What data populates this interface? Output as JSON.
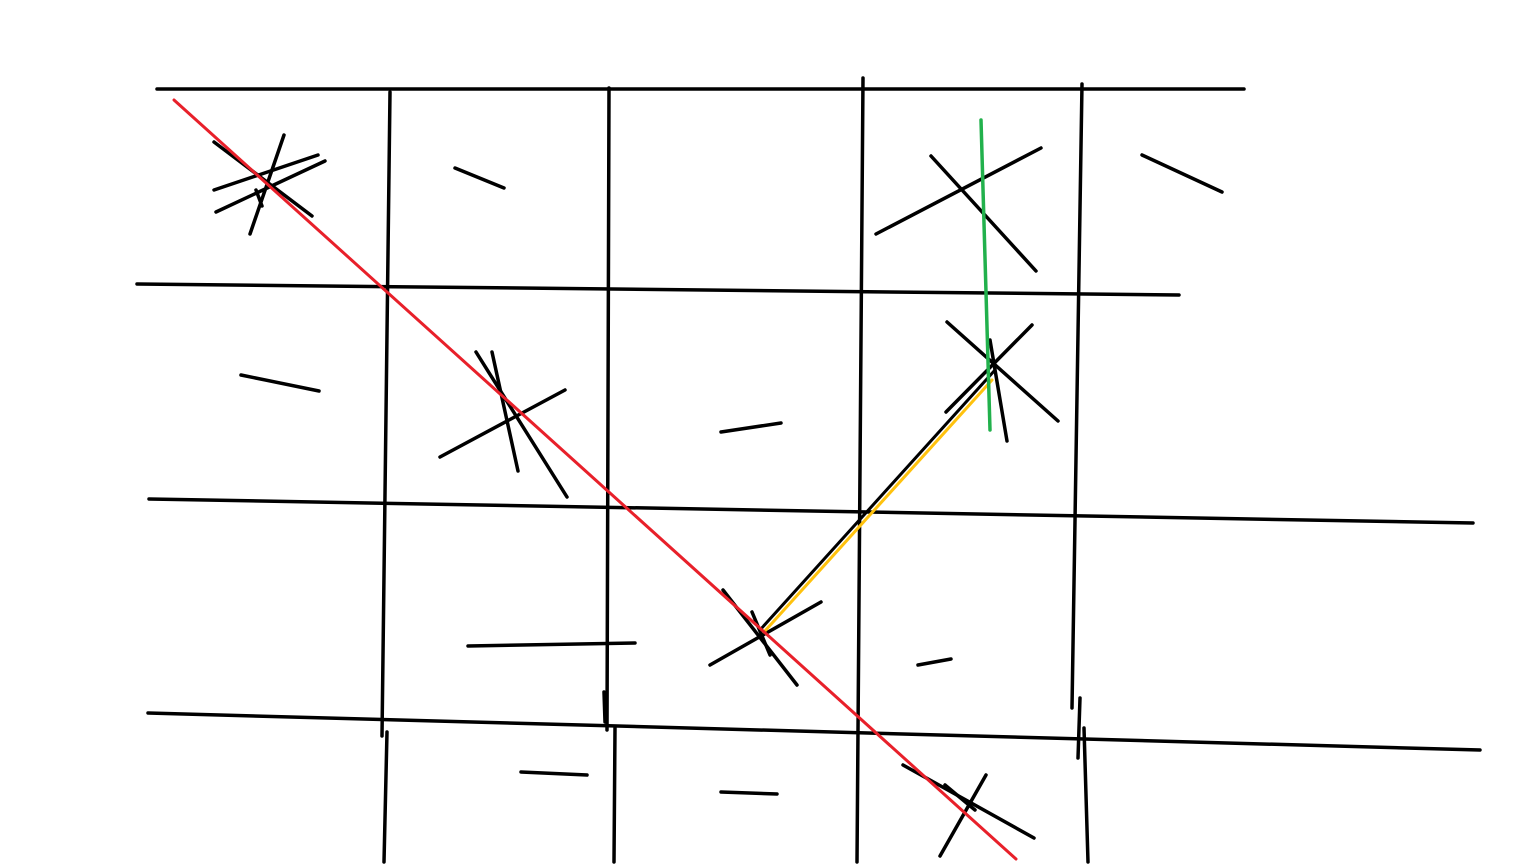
{
  "diagram": {
    "description_visible_text": "",
    "colors": {
      "background": "#ffffff",
      "grid": "#000000",
      "marks": "#000000",
      "diagonal_line": "#e8202a",
      "vertical_line": "#22b14c",
      "connector_line": "#ffc20e"
    },
    "grid": {
      "rows": 4,
      "columns": 5,
      "partial_row_below": true
    },
    "cells": [
      {
        "row": 1,
        "col": 1,
        "mark": "star"
      },
      {
        "row": 1,
        "col": 2,
        "mark": "dash"
      },
      {
        "row": 1,
        "col": 3,
        "mark": "empty"
      },
      {
        "row": 1,
        "col": 4,
        "mark": "cross"
      },
      {
        "row": 1,
        "col": 5,
        "mark": "dash"
      },
      {
        "row": 2,
        "col": 1,
        "mark": "dash"
      },
      {
        "row": 2,
        "col": 2,
        "mark": "star"
      },
      {
        "row": 2,
        "col": 3,
        "mark": "dash"
      },
      {
        "row": 2,
        "col": 4,
        "mark": "star"
      },
      {
        "row": 3,
        "col": 2,
        "mark": "dash"
      },
      {
        "row": 3,
        "col": 3,
        "mark": "star"
      },
      {
        "row": 3,
        "col": 4,
        "mark": "dash"
      },
      {
        "row": 4,
        "col": 2,
        "mark": "dash"
      },
      {
        "row": 4,
        "col": 3,
        "mark": "dash"
      },
      {
        "row": 4,
        "col": 4,
        "mark": "cross"
      }
    ],
    "overlay_lines": [
      {
        "name": "red-diagonal-line",
        "color": "diagonal_line"
      },
      {
        "name": "green-vertical-line",
        "color": "vertical_line"
      },
      {
        "name": "yellow-connector-line",
        "color": "connector_line"
      }
    ]
  }
}
